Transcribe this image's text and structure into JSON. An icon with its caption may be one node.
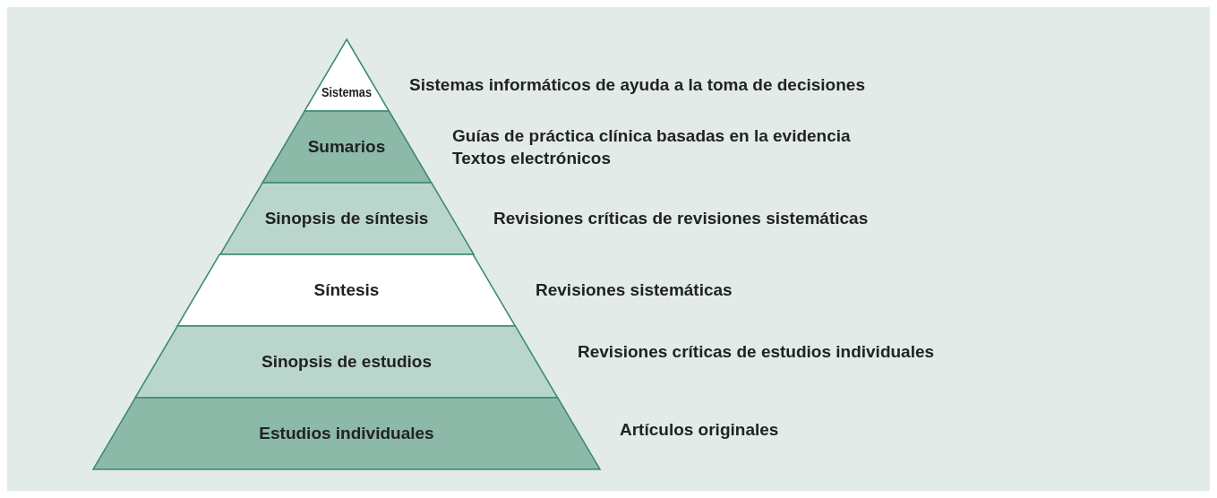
{
  "diagram": {
    "nodes": [
      {
        "text": [
          "Sistemas"
        ],
        "beside": [
          "Sistemas informáticos de ayuda a la toma de decisiones"
        ]
      },
      {
        "text": [
          "Sumarios"
        ],
        "beside": [
          "Guías de práctica clínica basadas en la evidencia",
          "Textos electrónicos"
        ]
      },
      {
        "text": [
          "Sinopsis de síntesis"
        ],
        "beside": [
          "Revisiones críticas de revisiones sistemáticas"
        ]
      },
      {
        "text": [
          "Síntesis"
        ],
        "beside": [
          "Revisiones sistemáticas"
        ]
      },
      {
        "text": [
          "Sinopsis de estudios"
        ],
        "beside": [
          "Revisiones críticas de estudios individuales"
        ]
      },
      {
        "text": [
          "Estudios individuales"
        ],
        "beside": [
          "Artículos originales"
        ]
      }
    ]
  }
}
